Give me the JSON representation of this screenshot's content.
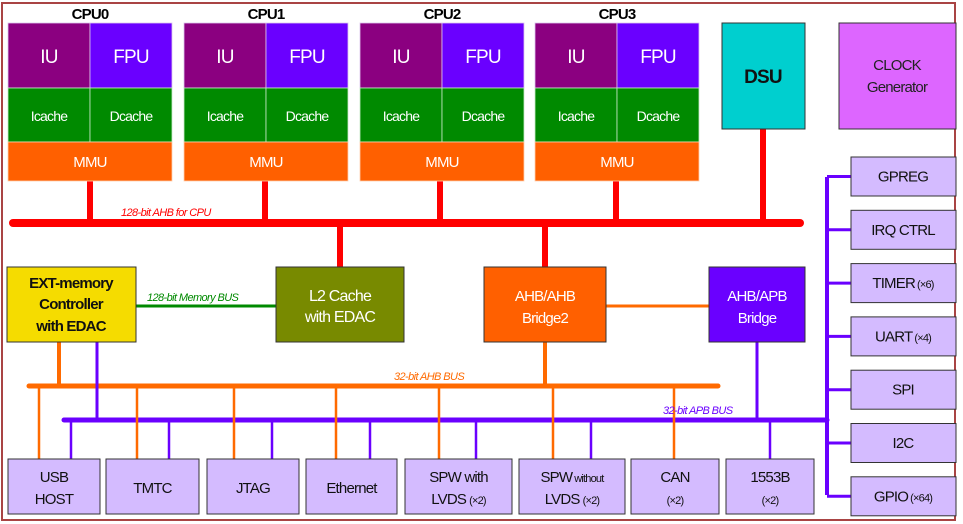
{
  "title": "Quad-core processor SoC block diagram",
  "colors": {
    "frame": "#a94444",
    "iu": "#8b0080",
    "fpu": "#6a00ff",
    "cache": "#008a00",
    "mmu": "#ff6000",
    "dsu": "#00cfcf",
    "clock": "#dd66ff",
    "peripheral": "#d4bbff",
    "ext_mem": "#f5dc00",
    "l2": "#788a00",
    "ahb_ahb": "#ff6000",
    "ahb_apb": "#6a00ff",
    "cpu_bus": "#ff0000",
    "mem_bus": "#008a00",
    "ahb32_bus": "#ff6a00",
    "apb_bus": "#6a00ff"
  },
  "cpus": [
    {
      "name": "CPU0",
      "iu": "IU",
      "fpu": "FPU",
      "icache": "Icache",
      "dcache": "Dcache",
      "mmu": "MMU"
    },
    {
      "name": "CPU1",
      "iu": "IU",
      "fpu": "FPU",
      "icache": "Icache",
      "dcache": "Dcache",
      "mmu": "MMU"
    },
    {
      "name": "CPU2",
      "iu": "IU",
      "fpu": "FPU",
      "icache": "Icache",
      "dcache": "Dcache",
      "mmu": "MMU"
    },
    {
      "name": "CPU3",
      "iu": "IU",
      "fpu": "FPU",
      "icache": "Icache",
      "dcache": "Dcache",
      "mmu": "MMU"
    }
  ],
  "dsu": {
    "label": "DSU"
  },
  "clock": {
    "line1": "CLOCK",
    "line2": "Generator"
  },
  "ext_mem": {
    "line1": "EXT-memory",
    "line2": "Controller",
    "line3": "with EDAC"
  },
  "l2": {
    "line1": "L2 Cache",
    "line2": "with EDAC"
  },
  "ahb_ahb": {
    "line1": "AHB/AHB",
    "line2": "Bridge2"
  },
  "ahb_apb": {
    "line1": "AHB/APB",
    "line2": "Bridge"
  },
  "buses": {
    "cpu": "128-bit AHB for CPU",
    "memory": "128-bit Memory BUS",
    "ahb32": "32-bit AHB BUS",
    "apb": "32-bit APB BUS"
  },
  "apb_peripherals": [
    {
      "name": "GPREG",
      "mult": ""
    },
    {
      "name": "IRQ CTRL",
      "mult": ""
    },
    {
      "name": "TIMER",
      "mult": "(×6)"
    },
    {
      "name": "UART",
      "mult": "(×4)"
    },
    {
      "name": "SPI",
      "mult": ""
    },
    {
      "name": "I2C",
      "mult": ""
    },
    {
      "name": "GPIO",
      "mult": "(×64)"
    }
  ],
  "bottom_peripherals": [
    {
      "line1": "USB",
      "line2": "HOST",
      "small1": "",
      "small2": ""
    },
    {
      "line1": "TMTC",
      "line2": "",
      "small1": "",
      "small2": ""
    },
    {
      "line1": "JTAG",
      "line2": "",
      "small1": "",
      "small2": ""
    },
    {
      "line1": "Ethernet",
      "line2": "",
      "small1": "",
      "small2": ""
    },
    {
      "line1": "SPW with",
      "line2": "LVDS",
      "small1": "",
      "small2": "(×2)"
    },
    {
      "line1": "SPW",
      "line2": "LVDS",
      "small1": "without",
      "small2": "(×2)"
    },
    {
      "line1": "CAN",
      "line2": "",
      "small1": "",
      "small2": "(×2)"
    },
    {
      "line1": "1553B",
      "line2": "",
      "small1": "",
      "small2": "(×2)"
    }
  ]
}
